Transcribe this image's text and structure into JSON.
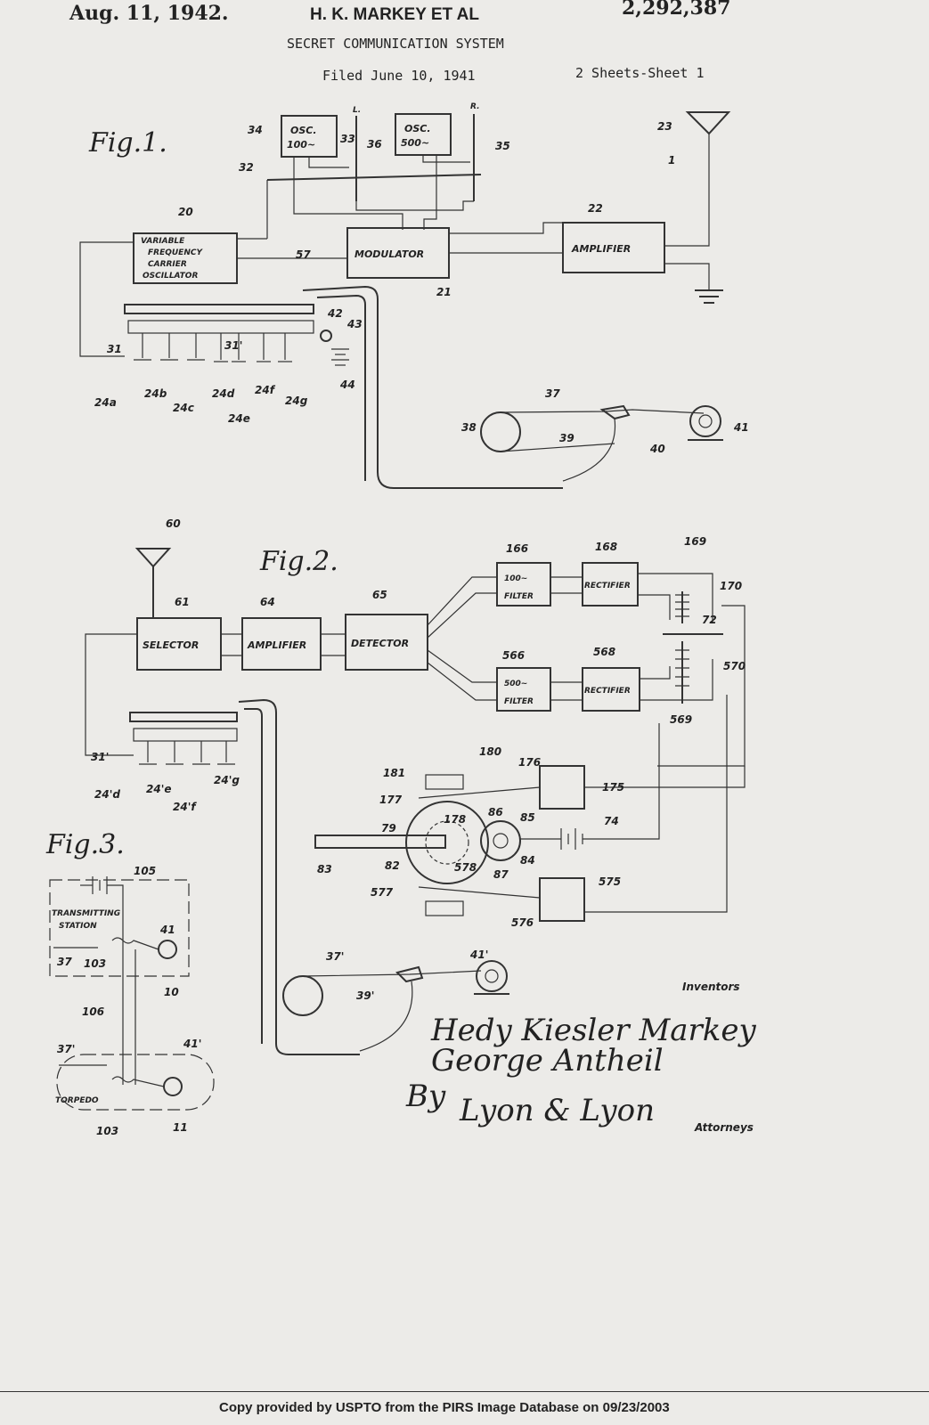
{
  "header": {
    "date": "Aug. 11, 1942.",
    "inventor": "H. K. MARKEY ET AL",
    "patent_number": "2,292,387",
    "title": "SECRET COMMUNICATION SYSTEM",
    "filed": "Filed June 10, 1941",
    "sheets": "2 Sheets-Sheet 1"
  },
  "figures": {
    "fig1": "Fig.1.",
    "fig2": "Fig.2.",
    "fig3": "Fig.3."
  },
  "fig1": {
    "osc_a": "OSC.",
    "osc_a_freq": "100~",
    "osc_b": "OSC.",
    "osc_b_freq": "500~",
    "vfo": [
      "VARIABLE",
      "FREQUENCY",
      "CARRIER",
      "OSCILLATOR"
    ],
    "modulator": "MODULATOR",
    "amplifier": "AMPLIFIER",
    "key_l": "L.",
    "key_r": "R.",
    "refs": {
      "r34": "34",
      "r33": "33",
      "r36": "36",
      "r35": "35",
      "r32": "32",
      "r23": "23",
      "r1": "1",
      "r20": "20",
      "r22": "22",
      "r57": "57",
      "r21": "21",
      "r42": "42",
      "r43": "43",
      "r31": "31",
      "r31p": "31'",
      "r44": "44",
      "r24a": "24a",
      "r24b": "24b",
      "r24c": "24c",
      "r24d": "24d",
      "r24f": "24f",
      "r24g": "24g",
      "r24e": "24e",
      "r37": "37",
      "r38": "38",
      "r39": "39",
      "r40": "40",
      "r41": "41"
    }
  },
  "fig2": {
    "selector": "SELECTOR",
    "amplifier": "AMPLIFIER",
    "detector": "DETECTOR",
    "filter_a_freq": "100~",
    "filter_a": "FILTER",
    "filter_b_freq": "500~",
    "filter_b": "FILTER",
    "rectifier_a": "RECTIFIER",
    "rectifier_b": "RECTIFIER",
    "refs": {
      "r60": "60",
      "r61": "61",
      "r64": "64",
      "r65": "65",
      "r166": "166",
      "r168": "168",
      "r169": "169",
      "r170": "170",
      "r72": "72",
      "r566": "566",
      "r568": "568",
      "r570": "570",
      "r569": "569",
      "r31p": "31'",
      "r24pd": "24'd",
      "r24pe": "24'e",
      "r24pf": "24'f",
      "r24pg": "24'g",
      "r180": "180",
      "r181": "181",
      "r176": "176",
      "r175": "175",
      "r177": "177",
      "r178": "178",
      "r86": "86",
      "r85": "85",
      "r79": "79",
      "r74": "74",
      "r84": "84",
      "r83": "83",
      "r82": "82",
      "r578": "578",
      "r87": "87",
      "r575": "575",
      "r577": "577",
      "r576": "576",
      "r37p": "37'",
      "r41p": "41'",
      "r39p": "39'"
    }
  },
  "fig3": {
    "transmitting_station": [
      "TRANSMITTING",
      "STATION"
    ],
    "torpedo": "TORPEDO",
    "refs": {
      "r105": "105",
      "r41": "41",
      "r37": "37",
      "r103": "103",
      "r10": "10",
      "r106": "106",
      "r37p": "37'",
      "r41p": "41'",
      "r103b": "103",
      "r11": "11"
    }
  },
  "signatures": {
    "inventors_label": "Inventors",
    "inventor1": "Hedy Kiesler Markey",
    "inventor2": "George Antheil",
    "by": "By",
    "attorney": "Lyon & Lyon",
    "attorneys_label": "Attorneys"
  },
  "footer": "Copy provided by USPTO from the PIRS Image Database on 09/23/2003"
}
